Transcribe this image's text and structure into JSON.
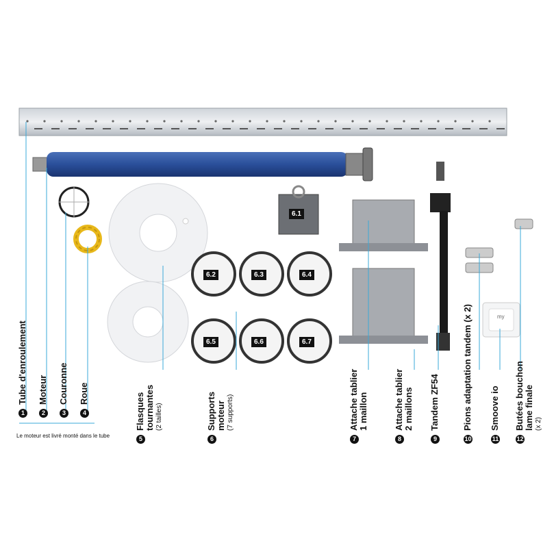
{
  "labels": {
    "l1": {
      "num": "1",
      "text": "Tube d'enroulement"
    },
    "l2": {
      "num": "2",
      "text": "Moteur"
    },
    "l3": {
      "num": "3",
      "text": "Couronne"
    },
    "l4": {
      "num": "4",
      "text": "Roue"
    },
    "l5": {
      "num": "5",
      "text": "Flasques",
      "text2": "tournantes",
      "sub": "(2 tailles)"
    },
    "l6": {
      "num": "6",
      "text": "Supports",
      "text2": "moteur",
      "sub": "(7 supports)"
    },
    "l7": {
      "num": "7",
      "text": "Attache tablier",
      "text2": "1 maillon"
    },
    "l8": {
      "num": "8",
      "text": "Attache tablier",
      "text2": "2 maillons"
    },
    "l9": {
      "num": "9",
      "text": "Tandem ZF54"
    },
    "l10": {
      "num": "10",
      "text": "Pions adaptation tandem",
      "sub": "(x 2)"
    },
    "l11": {
      "num": "11",
      "text": "Smoove io"
    },
    "l12": {
      "num": "12",
      "text": "Butées bouchon",
      "text2": "lame finale",
      "sub": "(x 2)"
    }
  },
  "note": "Le moteur est livré monté dans le tube",
  "supports": [
    "6.1",
    "6.2",
    "6.3",
    "6.4",
    "6.5",
    "6.6",
    "6.7"
  ],
  "remote": {
    "brand": "my"
  },
  "colors": {
    "accent": "#3aa8d8",
    "motor": "#2a4f9a",
    "wheel": "#e8b81a"
  }
}
